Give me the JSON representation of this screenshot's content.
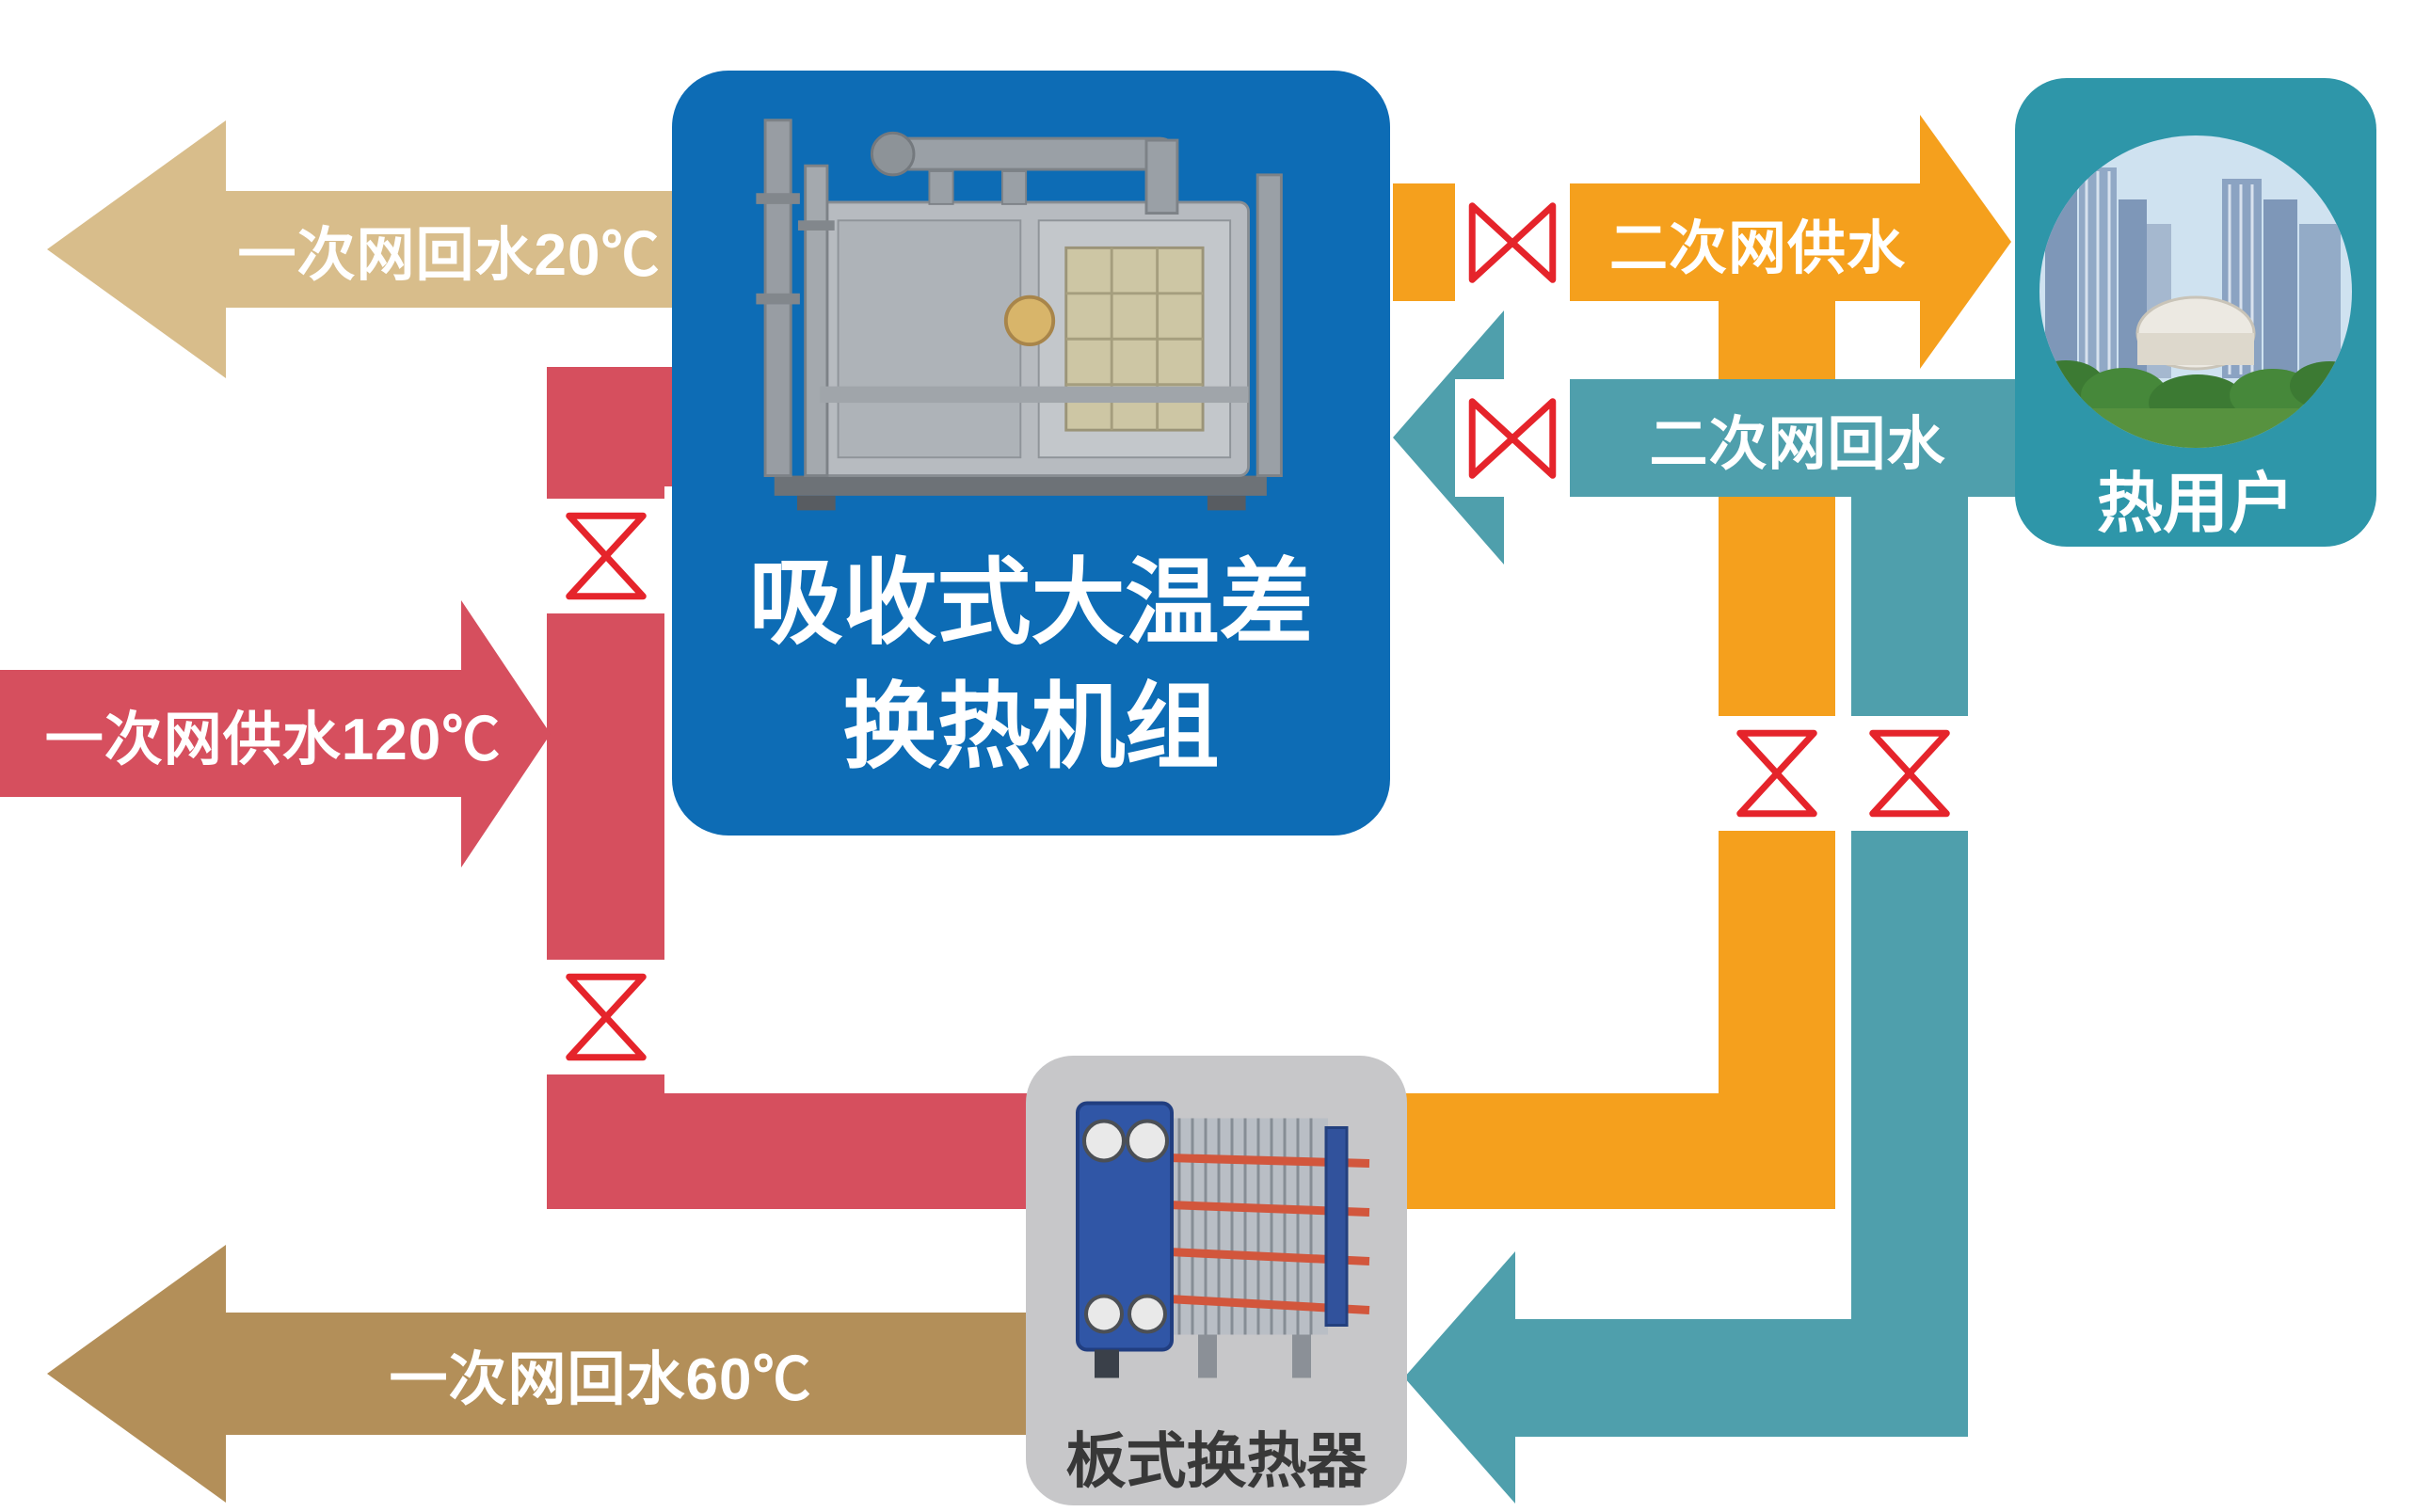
{
  "arrows": {
    "primary_return_top": {
      "label": "一次网回水20℃",
      "color": "#d8bd8b",
      "direction": "left"
    },
    "primary_supply": {
      "label": "一次网供水120℃",
      "color": "#d64f5e",
      "direction": "right"
    },
    "primary_return_bottom": {
      "label": "一次网回水60℃",
      "color": "#b38f59",
      "direction": "left"
    },
    "secondary_supply": {
      "label": "二次网供水",
      "color": "#f5a01d",
      "direction": "right"
    },
    "secondary_return": {
      "label": "二次网回水",
      "color": "#4f9fac",
      "direction": "left"
    }
  },
  "nodes": {
    "absorption_unit": {
      "title_line1": "吸收式大温差",
      "title_line2": "换热机组",
      "bg": "#0d6cb5"
    },
    "plate_heat_exchanger": {
      "label": "板式换热器",
      "bg": "#c7c7c9"
    },
    "heat_user": {
      "label": "热用户",
      "bg": "#2e96a9"
    }
  },
  "icons": {
    "valve_symbol": "bowtie-valve",
    "valve_color": "#e5242b",
    "valve_count": 6
  }
}
